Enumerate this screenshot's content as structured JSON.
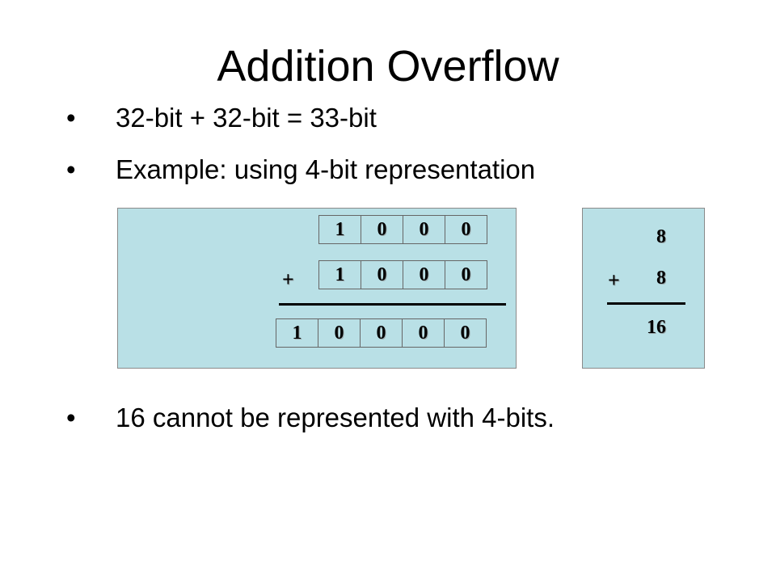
{
  "slide": {
    "title": "Addition Overflow",
    "bullet_char": "•",
    "bullets": [
      "32-bit + 32-bit = 33-bit",
      "Example: using 4-bit representation",
      "16 cannot be represented with 4-bits."
    ]
  },
  "binary_example": {
    "operand_a": [
      "1",
      "0",
      "0",
      "0"
    ],
    "operand_b": [
      "1",
      "0",
      "0",
      "0"
    ],
    "operator": "+",
    "sum": [
      "1",
      "0",
      "0",
      "0",
      "0"
    ]
  },
  "decimal_example": {
    "operand_a": "8",
    "operand_b": "8",
    "operator": "+",
    "sum": "16"
  },
  "colors": {
    "panel_fill": "#b9e0e6",
    "text": "#000000"
  }
}
